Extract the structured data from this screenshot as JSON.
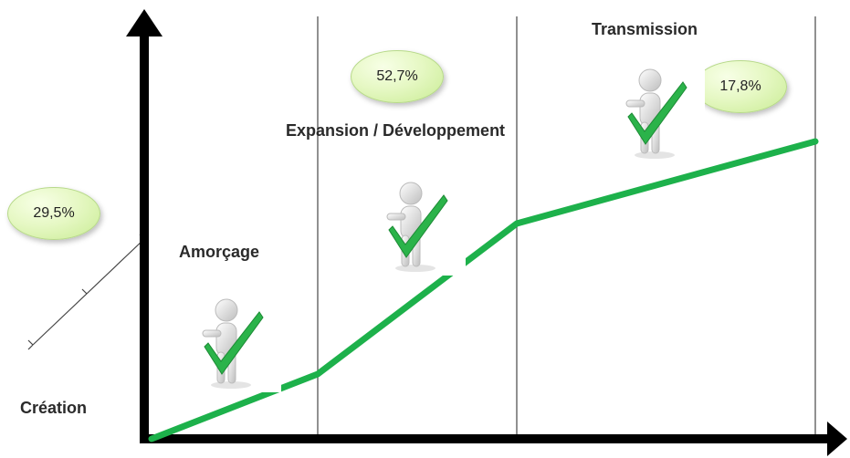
{
  "stages": [
    {
      "label": "Création",
      "percent": "29,5%"
    },
    {
      "label": "Amorçage"
    },
    {
      "label": "Expansion / Développement",
      "percent": "52,7%"
    },
    {
      "label": "Transmission",
      "percent": "17,8%"
    }
  ],
  "colors": {
    "axis": "#000000",
    "growth_line": "#1db14b",
    "divider": "#555555",
    "badge_fill": "#e6f8c4",
    "check": "#2bb34a",
    "figure": "#d9d9d9"
  },
  "icons": [
    "person-checkmark-icon"
  ]
}
